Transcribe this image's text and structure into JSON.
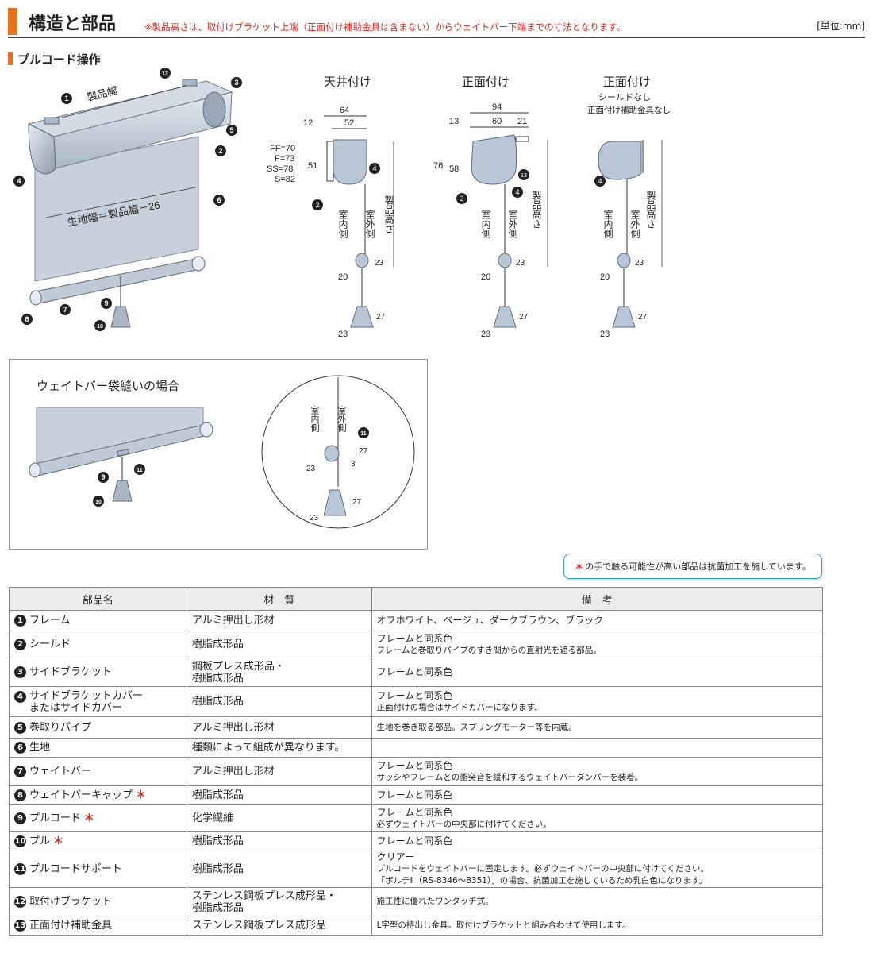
{
  "header": {
    "title": "構造と部品",
    "note": "※製品高さは、取付けブラケット上端（正面付け補助金具は含まない）からウェイトバー下端までの寸法となります。",
    "unit": "[単位:mm]"
  },
  "section": {
    "title": "プルコード操作"
  },
  "diagram": {
    "label_width": "製品幅",
    "label_fabric": "生地幅＝製品幅－26",
    "views": {
      "ceiling": "天井付け",
      "front": "正面付け",
      "front_noshield": "正面付け",
      "front_noshield_note1": "シールドなし",
      "front_noshield_note2": "正面付け補助金具なし"
    },
    "indoor": "室内側",
    "outdoor": "室外側",
    "height": "製品高さ",
    "dims": {
      "d64": "64",
      "d12": "12",
      "d52": "52",
      "d51": "51",
      "d94": "94",
      "d13": "13",
      "d60": "60",
      "d21": "21",
      "d76": "76",
      "d58": "58",
      "d23": "23",
      "d20": "20",
      "d27": "27",
      "d3": "3",
      "ff": "FF=70",
      "f": "F=73",
      "ss": "SS=78",
      "s": "S=82"
    }
  },
  "sub": {
    "title": "ウェイトバー袋縫いの場合"
  },
  "notice": {
    "star": "＊",
    "text": "の手で触る可能性が高い部品は抗菌加工を施しています。"
  },
  "table": {
    "headers": [
      "部品名",
      "材　質",
      "備　考"
    ],
    "rows": [
      {
        "num": "1",
        "name": [
          "フレーム"
        ],
        "star": false,
        "material": [
          "アルミ押出し形材"
        ],
        "note_main": "オフホワイト、ベージュ、ダークブラウン、ブラック",
        "note_sub": ""
      },
      {
        "num": "2",
        "name": [
          "シールド"
        ],
        "star": false,
        "material": [
          "樹脂成形品"
        ],
        "note_main": "フレームと同系色",
        "note_sub": "フレームと巻取りパイプのすき間からの直射光を遮る部品。"
      },
      {
        "num": "3",
        "name": [
          "サイドブラケット"
        ],
        "star": false,
        "material": [
          "鋼板プレス成形品・",
          "樹脂成形品"
        ],
        "note_main": "フレームと同系色",
        "note_sub": ""
      },
      {
        "num": "4",
        "name": [
          "サイドブラケットカバー",
          "またはサイドカバー"
        ],
        "star": false,
        "material": [
          "樹脂成形品"
        ],
        "note_main": "フレームと同系色",
        "note_sub": "正面付けの場合はサイドカバーになります。"
      },
      {
        "num": "5",
        "name": [
          "巻取りパイプ"
        ],
        "star": false,
        "material": [
          "アルミ押出し形材"
        ],
        "note_main": "",
        "note_sub": "生地を巻き取る部品。スプリングモーター等を内蔵。"
      },
      {
        "num": "6",
        "name": [
          "生地"
        ],
        "star": false,
        "material": [
          "種類によって組成が異なります。"
        ],
        "note_main": "",
        "note_sub": ""
      },
      {
        "num": "7",
        "name": [
          "ウェイトバー"
        ],
        "star": false,
        "material": [
          "アルミ押出し形材"
        ],
        "note_main": "フレームと同系色",
        "note_sub": "サッシやフレームとの衝突音を緩和するウェイトバーダンパーを装着。"
      },
      {
        "num": "8",
        "name": [
          "ウェイトバーキャップ"
        ],
        "star": true,
        "material": [
          "樹脂成形品"
        ],
        "note_main": "フレームと同系色",
        "note_sub": ""
      },
      {
        "num": "9",
        "name": [
          "プルコード"
        ],
        "star": true,
        "material": [
          "化学繊維"
        ],
        "note_main": "フレームと同系色",
        "note_sub": "必ずウェイトバーの中央部に付けてください。"
      },
      {
        "num": "10",
        "name": [
          "プル"
        ],
        "star": true,
        "material": [
          "樹脂成形品"
        ],
        "note_main": "フレームと同系色",
        "note_sub": ""
      },
      {
        "num": "11",
        "name": [
          "プルコードサポート"
        ],
        "star": false,
        "material": [
          "樹脂成形品"
        ],
        "note_main": "クリアー",
        "note_sub": "プルコードをウェイトバーに固定します。必ずウェイトバーの中央部に付けてください。",
        "note_sub2": "「ボルテⅡ（RS-8346～8351）」の場合、抗菌加工を施しているため乳白色になります。"
      },
      {
        "num": "12",
        "name": [
          "取付けブラケット"
        ],
        "star": false,
        "material": [
          "ステンレス鋼板プレス成形品・",
          "樹脂成形品"
        ],
        "note_main": "",
        "note_sub": "施工性に優れたワンタッチ式。"
      },
      {
        "num": "13",
        "name": [
          "正面付け補助金具"
        ],
        "star": false,
        "material": [
          "ステンレス鋼板プレス成形品"
        ],
        "note_main": "",
        "note_sub": "L字型の持出し金具。取付けブラケットと組み合わせて使用します。"
      }
    ]
  },
  "colors": {
    "accent": "#e8721c",
    "warning": "#e2231a",
    "notice_border": "#2aa0b3",
    "part_fill": "#b9c6d6"
  }
}
